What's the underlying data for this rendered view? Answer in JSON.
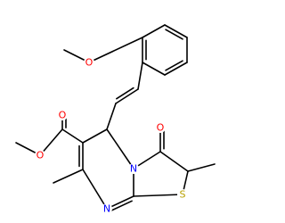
{
  "colors": {
    "carbon_bond": "#000000",
    "oxygen": "#ff0000",
    "nitrogen": "#0000ff",
    "sulfur": "#b8a000",
    "background": "#ffffff"
  },
  "atoms": {
    "o_methoxy": "O",
    "o_ester_carbonyl": "O",
    "o_ester_ether": "O",
    "o_ketone": "O",
    "n_ring_fused": "N",
    "n_ring_imine": "N",
    "s_thiazole": "S"
  }
}
